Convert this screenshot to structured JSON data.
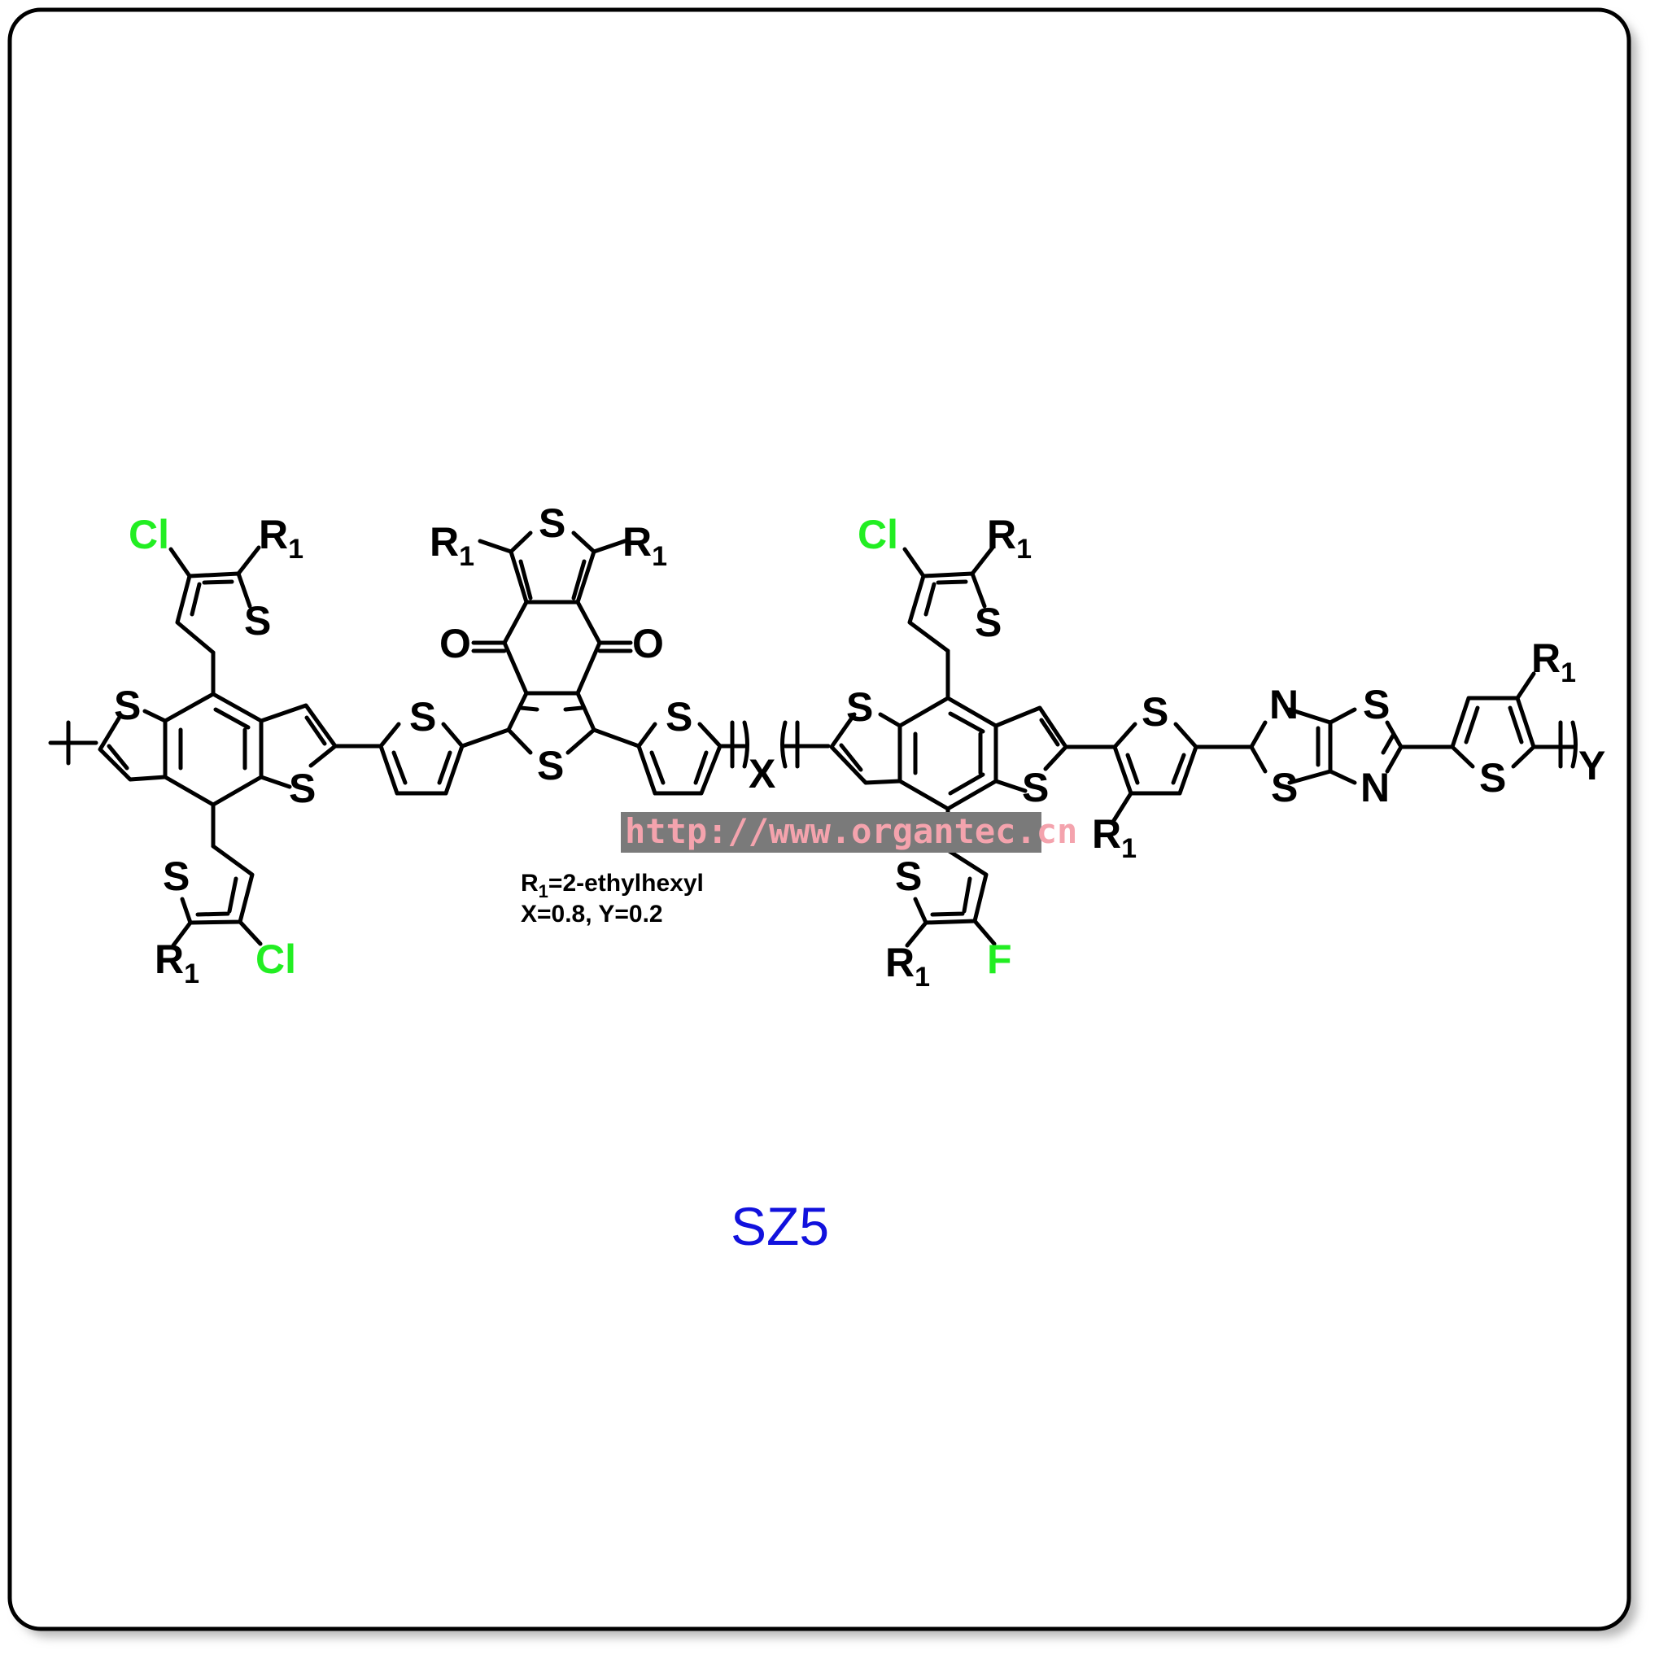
{
  "compound_name": "SZ5",
  "legend": {
    "r1_prefix": "R",
    "r1_sub": "1",
    "r1_def": "=2-ethylhexyl",
    "ratio": "X=0.8, Y=0.2"
  },
  "watermark": "http://www.organtec.cn",
  "labels": {
    "S": "S",
    "O": "O",
    "N": "N",
    "F": "F",
    "Cl": "Cl",
    "R": "R",
    "sub1": "1",
    "X": "X",
    "Y": "Y"
  },
  "colors": {
    "halogen": "#22ee22",
    "title": "#1111dd",
    "watermark_text": "#f4a3ad",
    "watermark_bg": "#7a7a7a"
  }
}
